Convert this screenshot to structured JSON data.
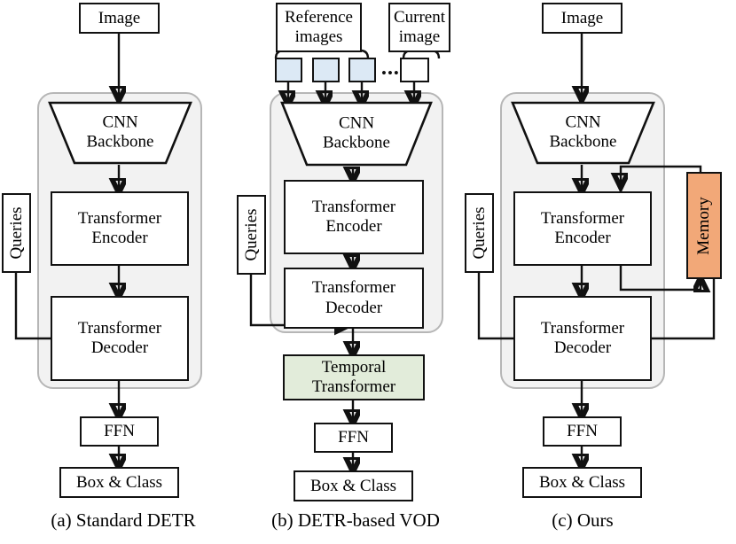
{
  "figure": {
    "type": "diagram",
    "description": "Three-panel comparison of DETR detection architectures"
  },
  "panels": [
    {
      "id": "a",
      "caption": "(a) Standard DETR",
      "nodes": {
        "input": "Image",
        "backbone": "CNN\nBackbone",
        "backbone_line1": "CNN",
        "backbone_line2": "Backbone",
        "encoder_line1": "Transformer",
        "encoder_line2": "Encoder",
        "decoder_line1": "Transformer",
        "decoder_line2": "Decoder",
        "queries": "Queries",
        "ffn": "FFN",
        "output": "Box & Class"
      }
    },
    {
      "id": "b",
      "caption": "(b) DETR-based VOD",
      "nodes": {
        "reference_label_line1": "Reference",
        "reference_label_line2": "images",
        "current_label_line1": "Current",
        "current_label_line2": "image",
        "ellipsis": "•••",
        "backbone_line1": "CNN",
        "backbone_line2": "Backbone",
        "encoder_line1": "Transformer",
        "encoder_line2": "Encoder",
        "decoder_line1": "Transformer",
        "decoder_line2": "Decoder",
        "queries": "Queries",
        "temporal_line1": "Temporal",
        "temporal_line2": "Transformer",
        "ffn": "FFN",
        "output": "Box & Class"
      },
      "reference_frames": 3,
      "current_frames": 1
    },
    {
      "id": "c",
      "caption": "(c) Ours",
      "nodes": {
        "input": "Image",
        "backbone_line1": "CNN",
        "backbone_line2": "Backbone",
        "encoder_line1": "Transformer",
        "encoder_line2": "Encoder",
        "decoder_line1": "Transformer",
        "decoder_line2": "Decoder",
        "queries": "Queries",
        "memory": "Memory",
        "ffn": "FFN",
        "output": "Box & Class"
      }
    }
  ],
  "colors": {
    "reference_thumb_fill": "#dce9f5",
    "current_thumb_fill": "#ffffff",
    "temporal_transformer_fill": "#e2ecda",
    "memory_fill": "#f2a878",
    "group_fill": "#f2f2f2",
    "group_border": "#b6b6b6",
    "stroke": "#111111",
    "background": "#ffffff"
  }
}
